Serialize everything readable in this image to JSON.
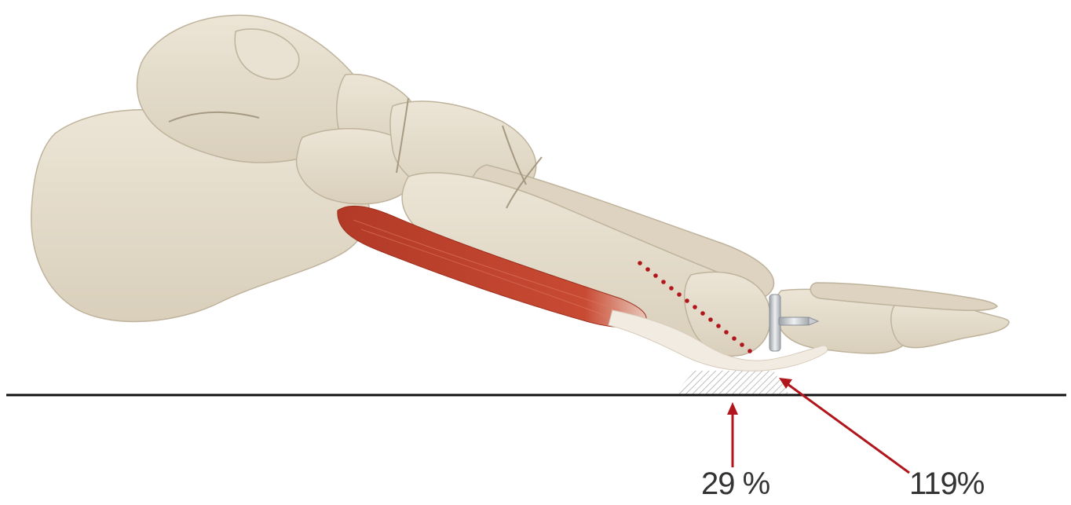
{
  "annotations": {
    "left_label": "29 %",
    "right_label": "119%"
  },
  "colors": {
    "bone": "#e5dccb",
    "bone_shadow": "#cfc4b0",
    "bone_outline": "#bfb39c",
    "muscle": "#c0452f",
    "muscle_dark": "#9c2e1e",
    "tendon": "#f1ebe2",
    "arrow": "#b0161b",
    "ground_line": "#111111",
    "implant": "#c9ccd0",
    "hatch": "#aaaaaa",
    "label_text": "#333333"
  },
  "icons": {
    "foot": "foot-skeleton-lateral-view",
    "muscle": "flexor-hallucis-muscle",
    "implant": "joint-implant-screw"
  }
}
